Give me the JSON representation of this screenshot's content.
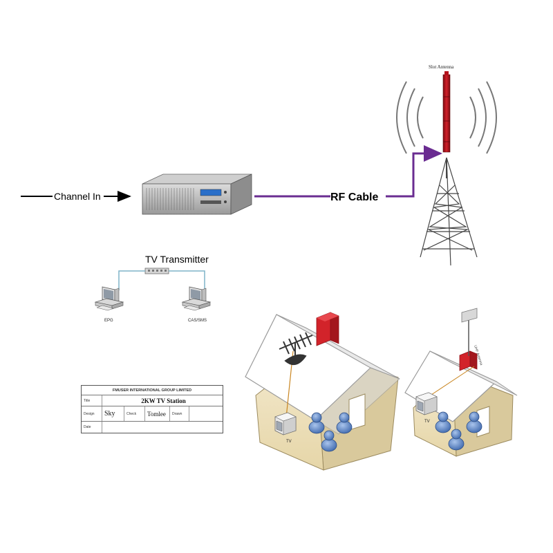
{
  "labels": {
    "channel_in": "Channel In",
    "rf_cable": "RF Cable",
    "slot_antenna": "Slot Antenna",
    "tv_transmitter": "TV Transmitter",
    "epg": "EPG",
    "cas_sms": "CAS/SMS",
    "uhf_antenna": "UHF Antenna",
    "tv_left": "TV",
    "tv_right": "TV"
  },
  "title_block": {
    "company": "FMUSER INTERNATIONAL GROUP LIMITED",
    "title_label": "Title",
    "title_value": "2KW TV Station",
    "design_label": "Design",
    "design_value": "Sky",
    "check_label": "Check",
    "check_value": "Tomlee",
    "drawn_label": "Drawn",
    "drawn_value": "",
    "date_label": "Date",
    "date_value": ""
  },
  "colors": {
    "rf_cable": "#6a2c91",
    "antenna": "#b5121b",
    "lan": "#7fb3c8",
    "wall": "#efe3bf",
    "roof": "#ffffff",
    "person": "#5c86c6",
    "chimney": "#d2232a"
  }
}
